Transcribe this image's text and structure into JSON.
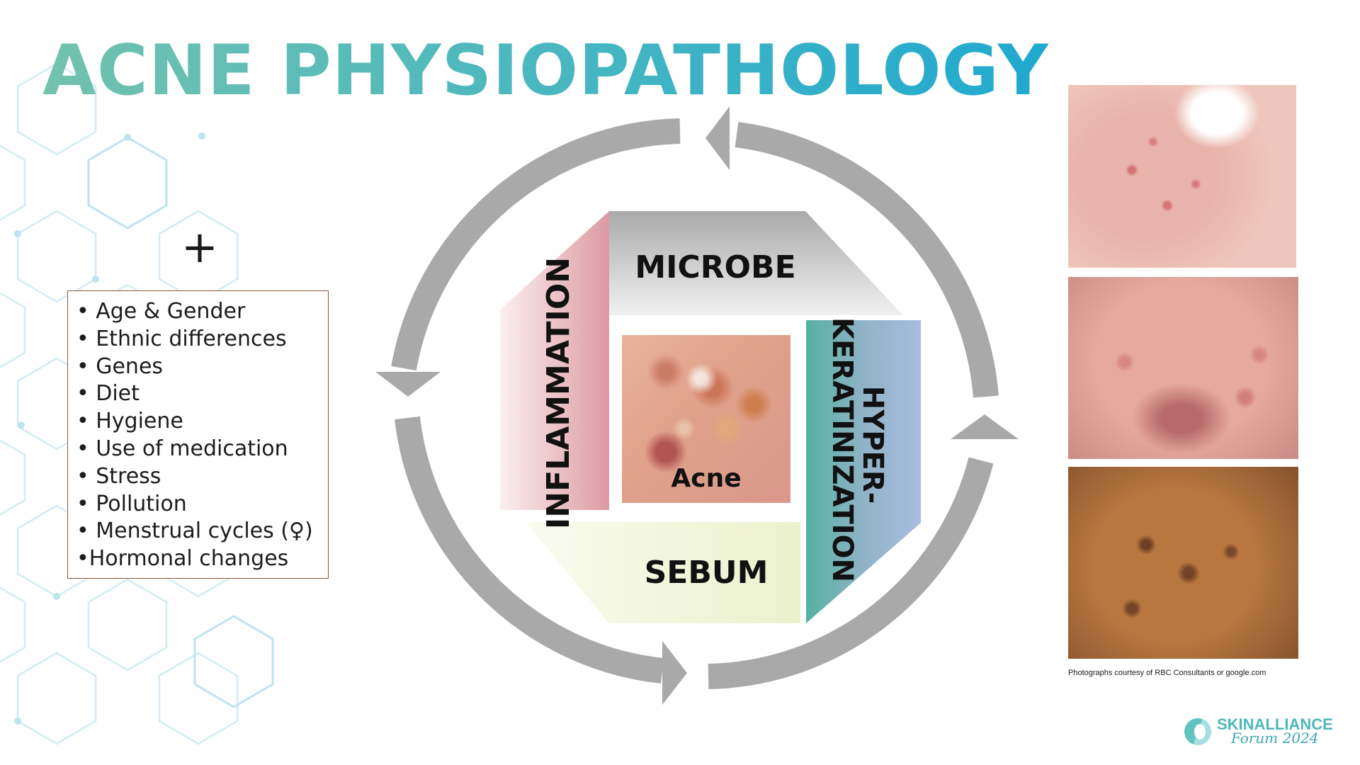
{
  "slide": {
    "title": "ACNE PHYSIOPATHOLOGY",
    "plus_symbol": "+"
  },
  "factors": {
    "items": [
      "• Age & Gender",
      "• Ethnic differences",
      "• Genes",
      "• Diet",
      "• Hygiene",
      "• Use of medication",
      "• Stress",
      "• Pollution",
      "• Menstrual cycles (♀)",
      "•Hormonal changes"
    ]
  },
  "diagram": {
    "segments": {
      "microbe": "MICROBE",
      "inflammation": "INFLAMMATION",
      "hyper_line1": "HYPER-",
      "hyper_line2": "KERATINIZATION",
      "sebum": "SEBUM"
    },
    "center_label": "Acne"
  },
  "photos": {
    "credit": "Photographs courtesy of RBC Consultants or google.com"
  },
  "logo": {
    "name": "SKINALLIANCE",
    "subtitle": "Forum 2024"
  },
  "colors": {
    "title_gradient_start": "#72c2ad",
    "title_gradient_end": "#1fa9cf",
    "arrow_gray": "#a9a9a9",
    "microbe_gray": "#bdbdbd",
    "inflammation_pink": "#e3a6ac",
    "hyper_teal": "#5db5a3",
    "hyper_blue": "#a4b8dd",
    "sebum_cream": "#eef2d2"
  }
}
